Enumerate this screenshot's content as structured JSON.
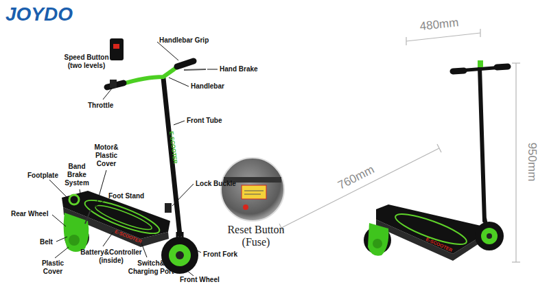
{
  "diagram": {
    "labels": [
      "JOYDO",
      "Speed Button (two levels)",
      "Handlebar Grip",
      "Hand Brake",
      "Handlebar",
      "Throttle",
      "Front Tube",
      "Motor& Plastic Cover",
      "Band Brake System",
      "Footplate",
      "Foot Stand",
      "Lock Buckle",
      "Rear Wheel",
      "Belt",
      "Plastic Cover",
      "Battery&Controller (inside)",
      "Switch& Charging Port",
      "Front Wheel",
      "Front Fork",
      "Reset Button (Fuse)",
      "480mm",
      "950mm",
      "760mm",
      "E-SCOOTER",
      "E-SCOOTER",
      "E-SCOOTER"
    ]
  }
}
